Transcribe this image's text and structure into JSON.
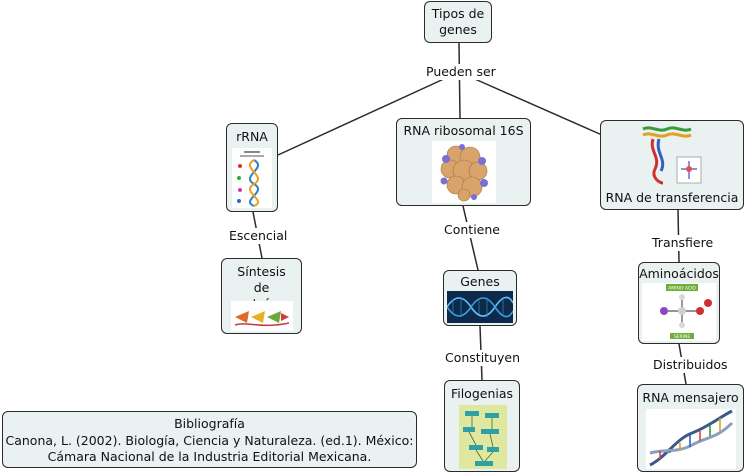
{
  "nodes": {
    "tipos": "Tipos de genes",
    "rrna": "rRNA",
    "rna16s": "RNA ribosomal 16S",
    "trna": "RNA de transferencia",
    "sintesis": "Síntesis de proteínas",
    "genes": "Genes",
    "aminoacidos": "Aminoácidos",
    "filogenias": "Filogenias",
    "mensajero": "RNA mensajero"
  },
  "links": {
    "pueden_ser": "Pueden ser",
    "escencial": "Escencial",
    "contiene": "Contiene",
    "transfiere": "Transfiere",
    "constituyen": "Constituyen",
    "distribuidos": "Distribuidos"
  },
  "bibliography": {
    "title": "Bibliografía",
    "line1": "Canona, L. (2002). Biología, Ciencia y Naturaleza. (ed.1). México:",
    "line2": "Cámara Nacional de la Industria Editorial Mexicana."
  },
  "image_text": {
    "amino_acid_header": "AMINO ACID",
    "amino_acid_name": "SERINE"
  },
  "colors": {
    "node_fill": "#e9f1f1",
    "node_border": "#2b2b2b",
    "line": "#2b2b2b"
  }
}
